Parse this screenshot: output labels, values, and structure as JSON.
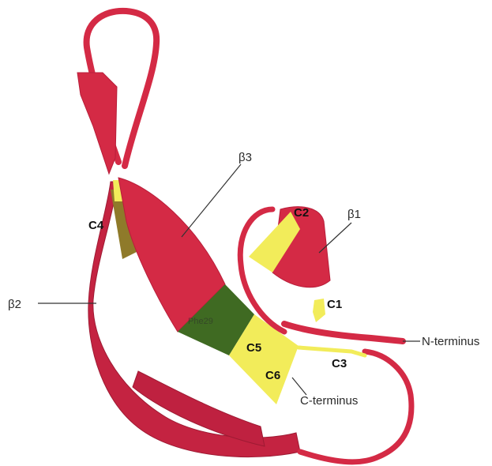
{
  "labels": {
    "beta1": "β1",
    "beta2": "β2",
    "beta3": "β3",
    "c1": "C1",
    "c2": "C2",
    "c3": "C3",
    "c4": "C4",
    "c5": "C5",
    "c6": "C6",
    "n_terminus": "N-terminus",
    "c_terminus": "C-terminus",
    "phe29": "Phe29"
  },
  "colors": {
    "ribbon": "#d42a45",
    "ribbon_dark": "#b81e3a",
    "disulfide": "#f2ec5a",
    "phe_highlight": "#3f6a22",
    "c4_patch": "#8f7a2a",
    "text": "#2a2a2a"
  }
}
